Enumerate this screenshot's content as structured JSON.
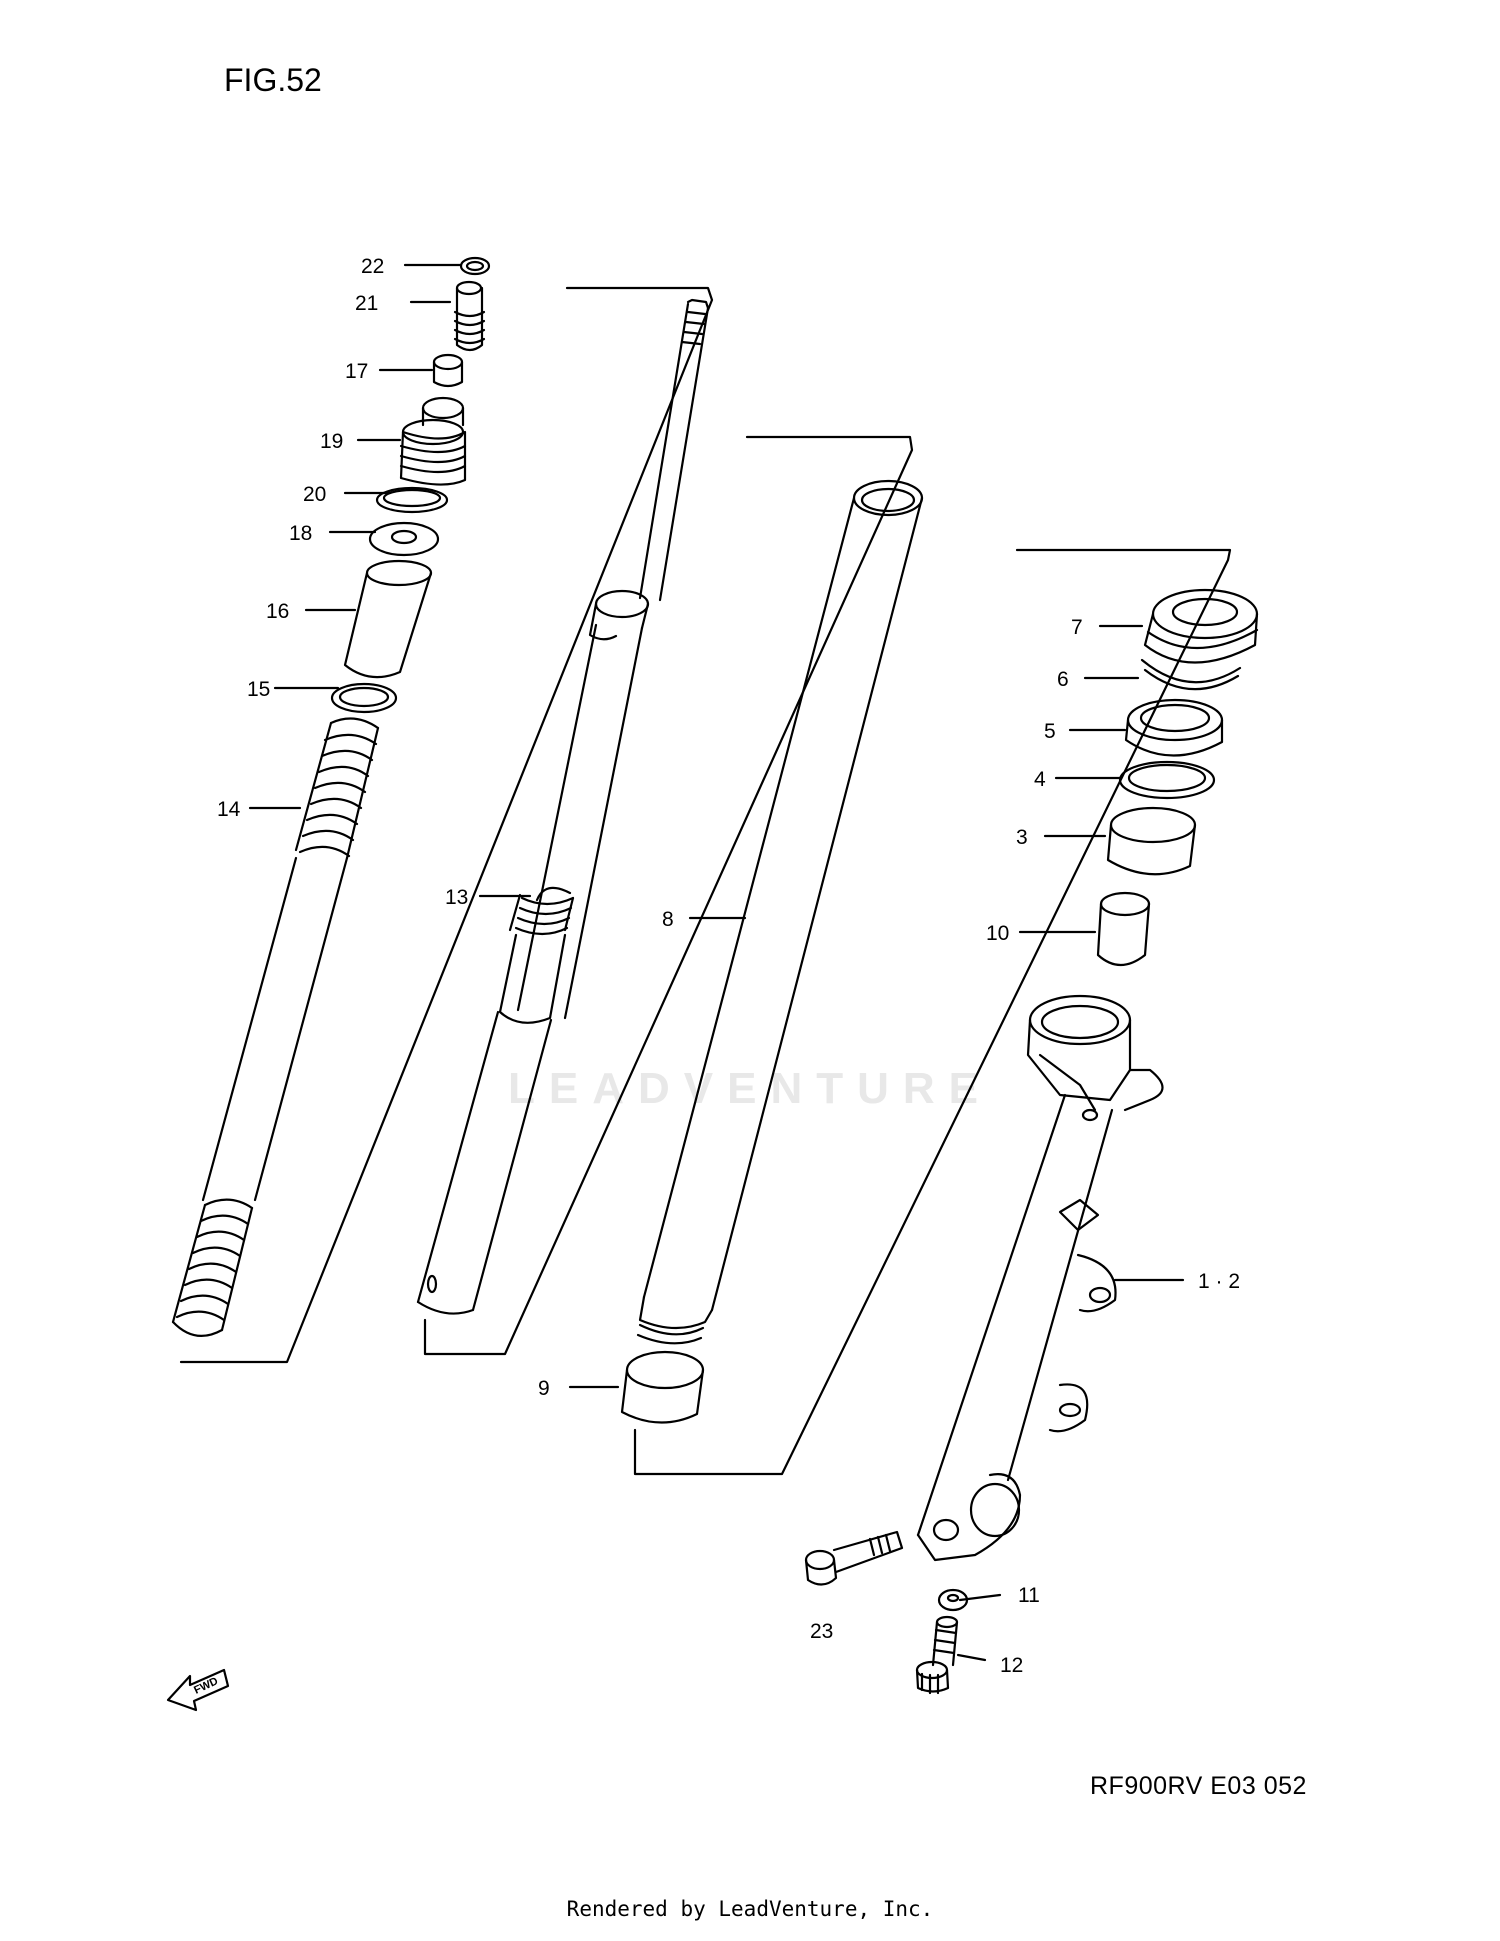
{
  "figure": {
    "title": "FIG.52",
    "model_code": "RF900RV E03  052",
    "rendered_by": "Rendered by LeadVenture, Inc.",
    "watermark": "LEADVENTURE",
    "fwd_label": "FWD"
  },
  "callouts": {
    "c22": "22",
    "c21": "21",
    "c17": "17",
    "c19": "19",
    "c20": "20",
    "c18": "18",
    "c16": "16",
    "c15": "15",
    "c14": "14",
    "c13": "13",
    "c8": "8",
    "c7": "7",
    "c6": "6",
    "c5": "5",
    "c4": "4",
    "c3": "3",
    "c10": "10",
    "c1_2": "1 · 2",
    "c9": "9",
    "c23": "23",
    "c11": "11",
    "c12": "12"
  },
  "colors": {
    "line": "#000000",
    "watermark": "#e8e8e8"
  }
}
